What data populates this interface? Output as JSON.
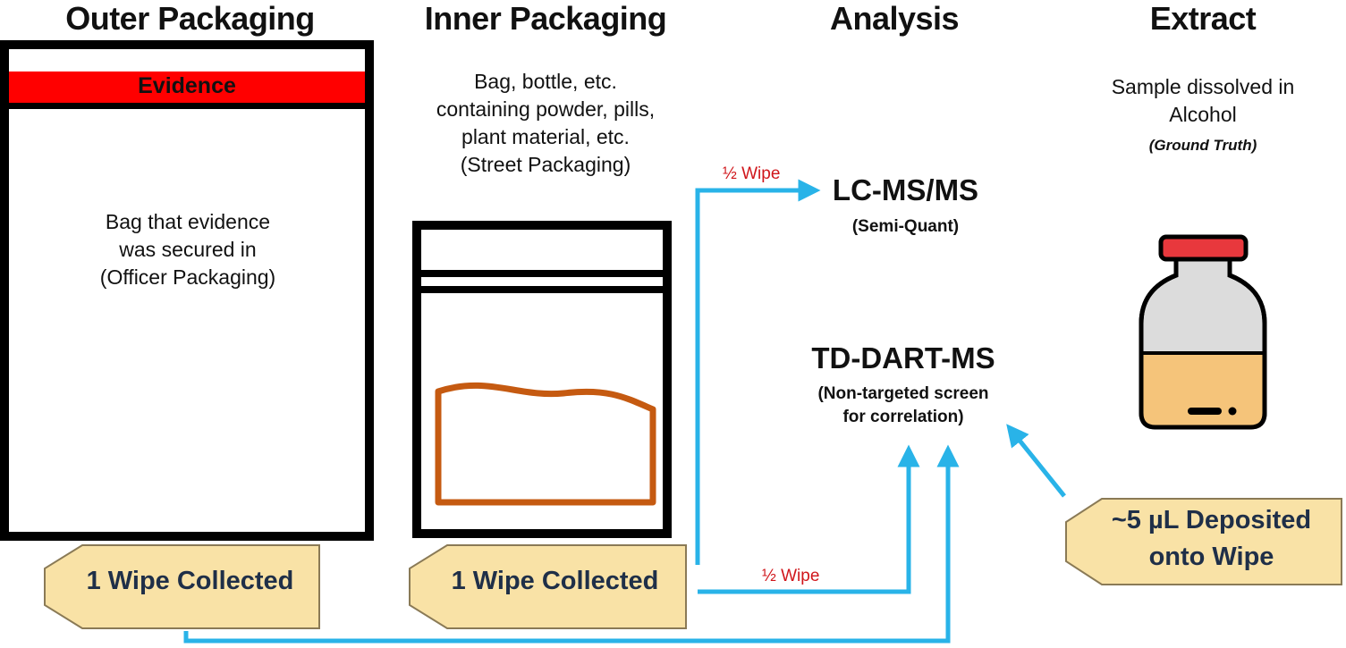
{
  "columns": {
    "outer": {
      "heading": "Outer Packaging",
      "seal_label": "Evidence",
      "description": [
        "Bag that evidence",
        "was secured in",
        "(Officer Packaging)"
      ],
      "tag": "1 Wipe Collected"
    },
    "inner": {
      "heading": "Inner Packaging",
      "description": [
        "Bag, bottle, etc.",
        "containing powder, pills,",
        "plant material, etc.",
        "(Street Packaging)"
      ],
      "tag": "1 Wipe Collected"
    },
    "analysis": {
      "heading": "Analysis",
      "methods": [
        {
          "name": "LC-MS/MS",
          "sub": [
            "(Semi-Quant)"
          ]
        },
        {
          "name": "TD-DART-MS",
          "sub": [
            "(Non-targeted screen",
            "for correlation)"
          ]
        }
      ]
    },
    "extract": {
      "heading": "Extract",
      "description": [
        "Sample dissolved in",
        "Alcohol"
      ],
      "note": "(Ground Truth)",
      "tag": [
        "~5 µL Deposited",
        "onto Wipe"
      ]
    }
  },
  "arrows": {
    "half_wipe_upper": "½ Wipe",
    "half_wipe_lower": "½ Wipe"
  },
  "colors": {
    "arrow": "#29b3e8",
    "seal": "#ff0000",
    "powder": "#c55a11",
    "tag_fill": "#f9e2a6",
    "vial_cap": "#e8383d",
    "vial_liquid": "#f5c47a",
    "vial_glass": "#dcdcdc"
  }
}
